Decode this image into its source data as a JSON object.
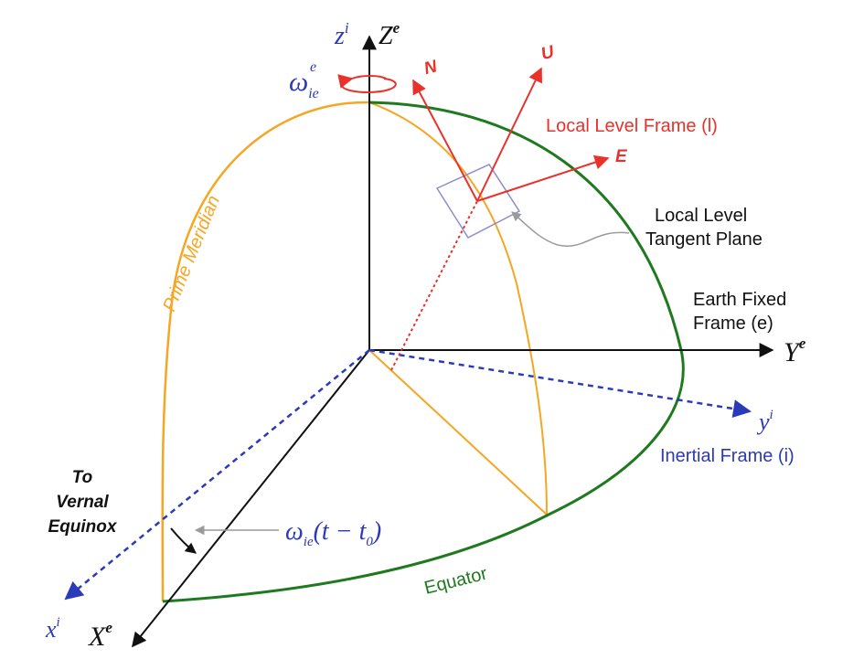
{
  "colors": {
    "black": "#111111",
    "orange": "#f5a623",
    "green": "#1f7a1f",
    "red": "#e8322b",
    "blue": "#2b3ab8",
    "plane": "#8c8ccf",
    "gray_arrow": "#9a9a9a"
  },
  "axes": {
    "z_inertial": "z",
    "z_inertial_sup": "i",
    "z_earth": "Z",
    "z_earth_sup": "e",
    "y_earth": "Y",
    "y_earth_sup": "e",
    "y_inertial": "y",
    "y_inertial_sup": "i",
    "x_earth": "X",
    "x_earth_sup": "e",
    "x_inertial": "x",
    "x_inertial_sup": "i"
  },
  "local_axes": {
    "north": "N",
    "up": "U",
    "east": "E"
  },
  "rotation": {
    "omega": "ω",
    "sup": "e",
    "sub": "ie"
  },
  "angle": {
    "omega": "ω",
    "sub": "ie",
    "expr_open": "(t − t",
    "expr_sub": "0",
    "expr_close": ")"
  },
  "labels": {
    "local_level_frame": "Local Level Frame (l)",
    "tangent_plane_line1": "Local Level",
    "tangent_plane_line2": "Tangent Plane",
    "earth_fixed_line1": "Earth Fixed",
    "earth_fixed_line2": "Frame (e)",
    "inertial_frame": "Inertial Frame (i)",
    "vernal_line1": "To",
    "vernal_line2": "Vernal",
    "vernal_line3": "Equinox",
    "prime_meridian": "Prime Meridian",
    "equator": "Equator"
  }
}
